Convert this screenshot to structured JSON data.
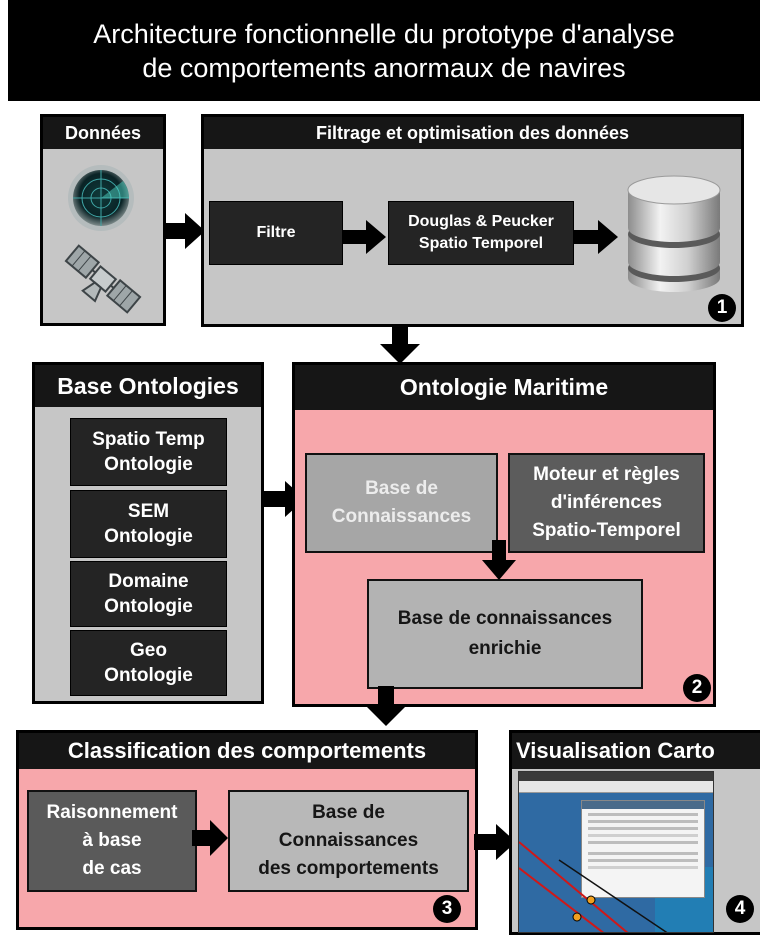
{
  "title": {
    "line1": "Architecture fonctionnelle du prototype d'analyse",
    "line2": "de comportements anormaux de navires"
  },
  "donnees": {
    "header": "Données",
    "icons": [
      "radar-icon",
      "satellite-icon"
    ]
  },
  "filtrage": {
    "header": "Filtrage et optimisation des données",
    "filtre": "Filtre",
    "douglas_line1": "Douglas & Peucker",
    "douglas_line2": "Spatio Temporel",
    "badge": "1"
  },
  "base_ontologies": {
    "header": "Base Ontologies",
    "items": [
      {
        "line1": "Spatio Temp",
        "line2": "Ontologie"
      },
      {
        "line1": "SEM",
        "line2": "Ontologie"
      },
      {
        "line1": "Domaine",
        "line2": "Ontologie"
      },
      {
        "line1": "Geo",
        "line2": "Ontologie"
      }
    ]
  },
  "ontologie_maritime": {
    "header": "Ontologie Maritime",
    "base_line1": "Base de",
    "base_line2": "Connaissances",
    "moteur_line1": "Moteur et règles",
    "moteur_line2": "d'inférences",
    "moteur_line3": "Spatio-Temporel",
    "enrichie_line1": "Base de connaissances",
    "enrichie_line2": "enrichie",
    "badge": "2"
  },
  "classification": {
    "header": "Classification des comportements",
    "raison_line1": "Raisonnement",
    "raison_line2": "à base",
    "raison_line3": "de cas",
    "bcc_line1": "Base de",
    "bcc_line2": "Connaissances",
    "bcc_line3": "des comportements",
    "badge": "3"
  },
  "visualisation": {
    "header": "Visualisation Carto",
    "badge": "4"
  },
  "colors": {
    "pink": "#f7a7ab",
    "gray_panel": "#c6c6c6",
    "dark_box": "#242424",
    "map_blue": "#2f6aa3"
  }
}
